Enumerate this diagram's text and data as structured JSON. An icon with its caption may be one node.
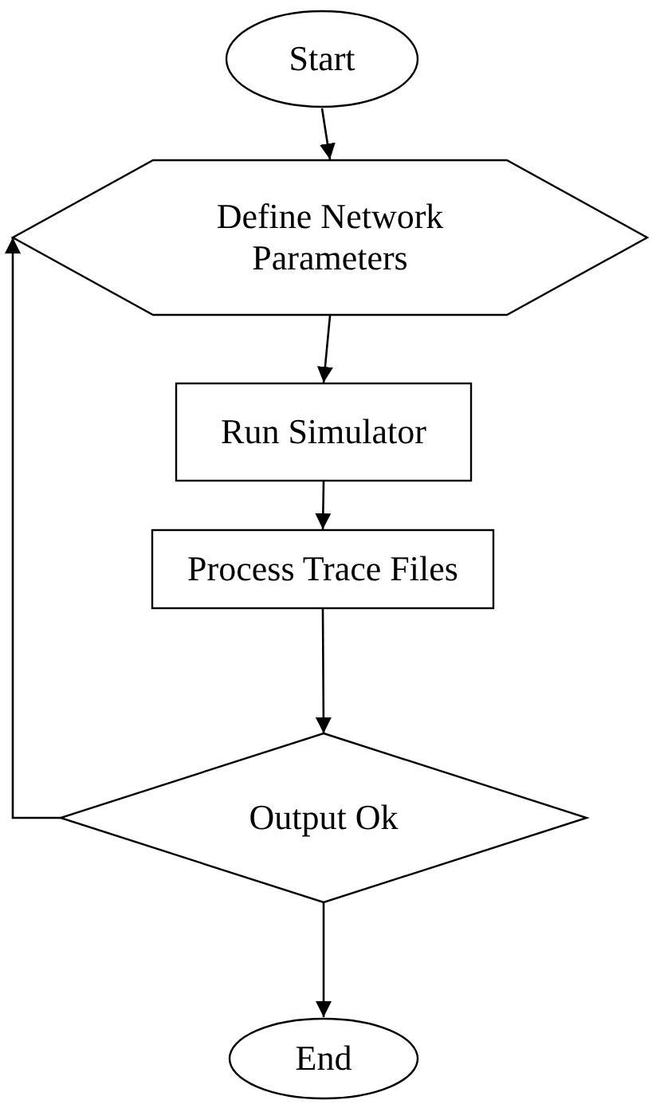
{
  "diagram": {
    "nodes": [
      {
        "text": [
          "Start"
        ]
      },
      {
        "text": [
          "Define Network Parameters"
        ]
      },
      {
        "text": [
          "Run Simulator"
        ]
      },
      {
        "text": [
          "Process Trace Files"
        ]
      },
      {
        "text": [
          "Output Ok"
        ]
      },
      {
        "text": [
          "End"
        ]
      }
    ],
    "edges": [
      {
        "from": 0,
        "to": 1,
        "arrow": "to"
      },
      {
        "from": 1,
        "to": 2,
        "arrow": "to"
      },
      {
        "from": 2,
        "to": 3,
        "arrow": "to"
      },
      {
        "from": 3,
        "to": 4,
        "arrow": "to"
      },
      {
        "from": 4,
        "to": 1,
        "arrow": "to"
      },
      {
        "from": 4,
        "to": 5,
        "arrow": "to"
      }
    ]
  }
}
